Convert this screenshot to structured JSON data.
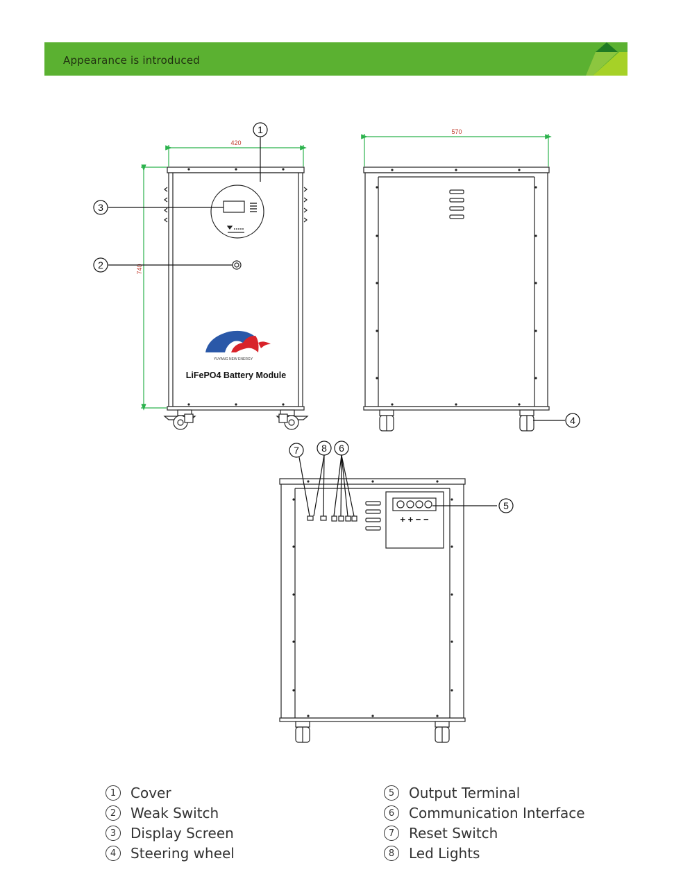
{
  "header": {
    "title": "Appearance is introduced",
    "color": "#5bb131",
    "corner_color": "#a6d127"
  },
  "dimensions": {
    "front_width": "420",
    "side_width": "570",
    "height": "740"
  },
  "product": {
    "brand_caption": "YUYANG NEW ENERGY",
    "module_title": "LiFePO4 Battery Module"
  },
  "terminal_signs": "+ + − −",
  "callouts": [
    "1",
    "2",
    "3",
    "4",
    "5",
    "6",
    "7",
    "8"
  ],
  "legend": {
    "left": [
      {
        "num": "1",
        "label": "Cover"
      },
      {
        "num": "2",
        "label": "Weak Switch"
      },
      {
        "num": "3",
        "label": "Display Screen"
      },
      {
        "num": "4",
        "label": "Steering wheel"
      }
    ],
    "right": [
      {
        "num": "5",
        "label": "Output Terminal"
      },
      {
        "num": "6",
        "label": "Communication Interface"
      },
      {
        "num": "7",
        "label": "Reset Switch"
      },
      {
        "num": "8",
        "label": "Led Lights"
      }
    ]
  },
  "colors": {
    "dimension_line": "#2bb24c",
    "dimension_text": "#c0392b",
    "logo_blue": "#2a58a8",
    "logo_red": "#d8232a"
  }
}
